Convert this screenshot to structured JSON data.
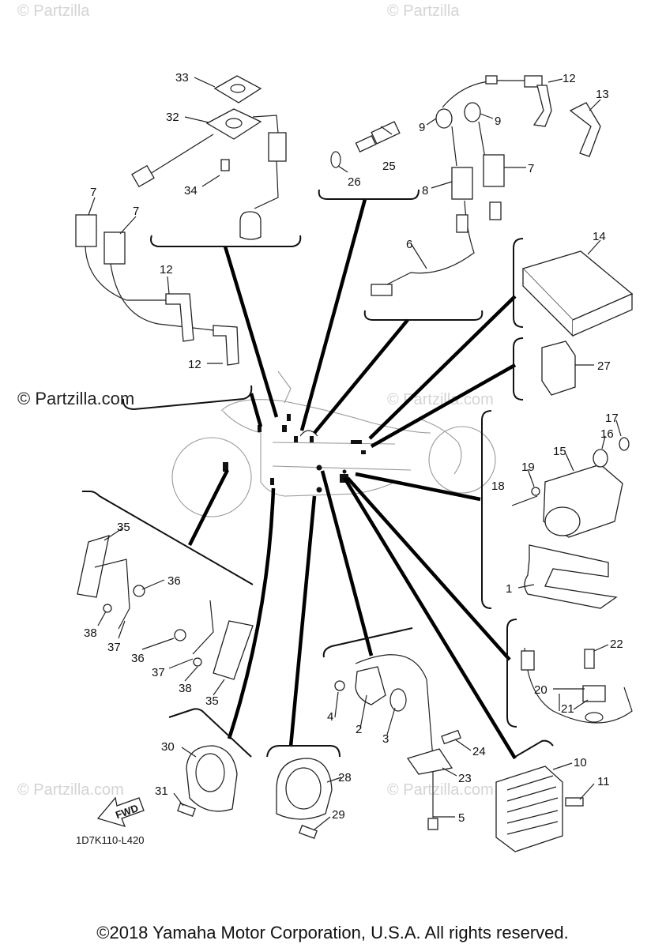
{
  "watermarks": {
    "top_left": "© Partzilla",
    "top_mid": "© Partzilla",
    "mid_left": "© Partzilla.com",
    "mid_right": "© Partzilla.com",
    "lower_left": "© Partzilla.com",
    "lower_right": "© Partzilla.com"
  },
  "diagram_code": "1D7K110-L420",
  "fwd_label": "FWD",
  "copyright": "©2018 Yamaha Motor Corporation, U.S.A. All rights reserved.",
  "callouts": {
    "c1": "1",
    "c2": "2",
    "c3": "3",
    "c4": "4",
    "c5": "5",
    "c6": "6",
    "c7a": "7",
    "c7b": "7",
    "c7c": "7",
    "c8": "8",
    "c9a": "9",
    "c9b": "9",
    "c10": "10",
    "c11": "11",
    "c12a": "12",
    "c12b": "12",
    "c12c": "12",
    "c13": "13",
    "c14": "14",
    "c15": "15",
    "c16": "16",
    "c17": "17",
    "c18": "18",
    "c19": "19",
    "c20": "20",
    "c21": "21",
    "c22": "22",
    "c23": "23",
    "c24": "24",
    "c25": "25",
    "c26": "26",
    "c27": "27",
    "c28": "28",
    "c29": "29",
    "c30": "30",
    "c31": "31",
    "c32": "32",
    "c33": "33",
    "c34": "34",
    "c35a": "35",
    "c35b": "35",
    "c36a": "36",
    "c36b": "36",
    "c37a": "37",
    "c37b": "37",
    "c38a": "38",
    "c38b": "38"
  }
}
